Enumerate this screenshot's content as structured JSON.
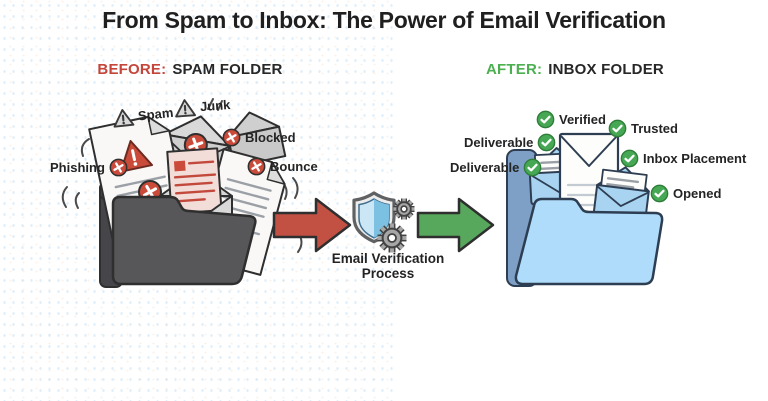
{
  "title": "From Spam to Inbox: The Power of Email Verification",
  "before": {
    "prefix": "BEFORE:",
    "heading": "SPAM FOLDER",
    "labels": {
      "spam": "Spam",
      "junk": "Junk",
      "blocked": "Blocked",
      "phishing": "Phishing",
      "bounce": "Bounce"
    }
  },
  "process": {
    "line1": "Email Verification",
    "line2": "Process"
  },
  "after": {
    "prefix": "AFTER:",
    "heading": "INBOX FOLDER",
    "labels": {
      "verified": "Verified",
      "trusted": "Trusted",
      "deliverable_top": "Deliverable",
      "inbox_placement": "Inbox Placement",
      "deliverable_bottom": "Deliverable",
      "opened": "Opened"
    }
  },
  "icons": {
    "spam_badge": "warning-triangle-icon",
    "junk_badge": "warning-triangle-icon",
    "blocked_badge": "x-circle-icon",
    "phishing_badge": "x-circle-icon",
    "bounce_badge": "x-circle-icon",
    "after_badges": "check-circle-icon",
    "process_icons": [
      "shield-icon",
      "gear-icon"
    ],
    "before_illustration": "dark-folder-with-spam-mail",
    "after_illustration": "blue-folder-with-envelopes",
    "flow_icons": [
      "red-arrow-right-icon",
      "green-arrow-right-icon"
    ]
  },
  "colors": {
    "background": "#FFFFFF",
    "title_ink": "#1F1F1F",
    "label_ink": "#242424",
    "ink": "#2F2F2F",
    "accent_red": "#C4463A",
    "accent_green": "#4CAF50",
    "arrow_red": "#C25043",
    "arrow_green": "#57A75C",
    "badge_red": "#CB4B3B",
    "badge_green": "#46A754",
    "folder_dark": "#57575A",
    "folder_dark_back": "#46464A",
    "folder_blue": "#AEDCFA",
    "folder_blue_back": "#7FA0C6",
    "paper": "#FAF8F6",
    "pink_letter": "#F3DDD9",
    "envelope_gray": "#CFCFCF",
    "envelope_blue": "#A8D4F2",
    "shield_light": "#CBE7F6",
    "shield_dark": "#7CC0E2",
    "gear_gray": "#A6A6A6"
  }
}
